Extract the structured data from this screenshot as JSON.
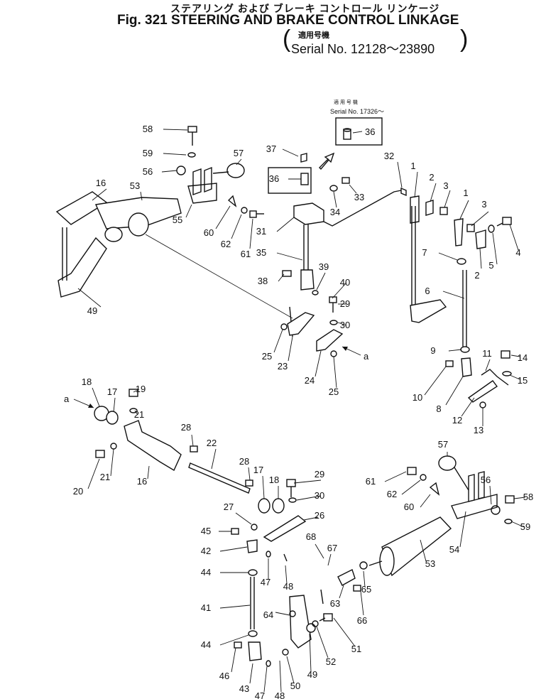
{
  "header": {
    "title_jp": "ステアリング および ブレーキ コントロール リンケージ",
    "title_en": "Fig. 321  STEERING AND BRAKE CONTROL LINKAGE",
    "serial_jp": "適用号機",
    "serial_en": "Serial No. 12128～23890"
  },
  "inset": {
    "serial_jp": "適 用 号 機",
    "serial_en": "Serial No. 17326～",
    "part": "36"
  },
  "view_marker": "a",
  "callouts": [
    "58",
    "59",
    "56",
    "57",
    "55",
    "60",
    "62",
    "61",
    "16",
    "53",
    "49",
    "37",
    "36",
    "33",
    "34",
    "31",
    "32",
    "35",
    "38",
    "39",
    "40",
    "29",
    "30",
    "25",
    "23",
    "24",
    "25",
    "1",
    "2",
    "3",
    "1",
    "3",
    "4",
    "5",
    "2",
    "7",
    "6",
    "9",
    "11",
    "14",
    "15",
    "10",
    "8",
    "12",
    "13",
    "18",
    "17",
    "19",
    "21",
    "28",
    "22",
    "20",
    "21",
    "16",
    "28",
    "17",
    "18",
    "29",
    "30",
    "27",
    "26",
    "45",
    "42",
    "44",
    "47",
    "48",
    "41",
    "44",
    "46",
    "43",
    "47",
    "48",
    "68",
    "67",
    "63",
    "64",
    "66",
    "65",
    "49",
    "52",
    "50",
    "51",
    "53",
    "57",
    "61",
    "62",
    "60",
    "56",
    "58",
    "54",
    "59"
  ]
}
